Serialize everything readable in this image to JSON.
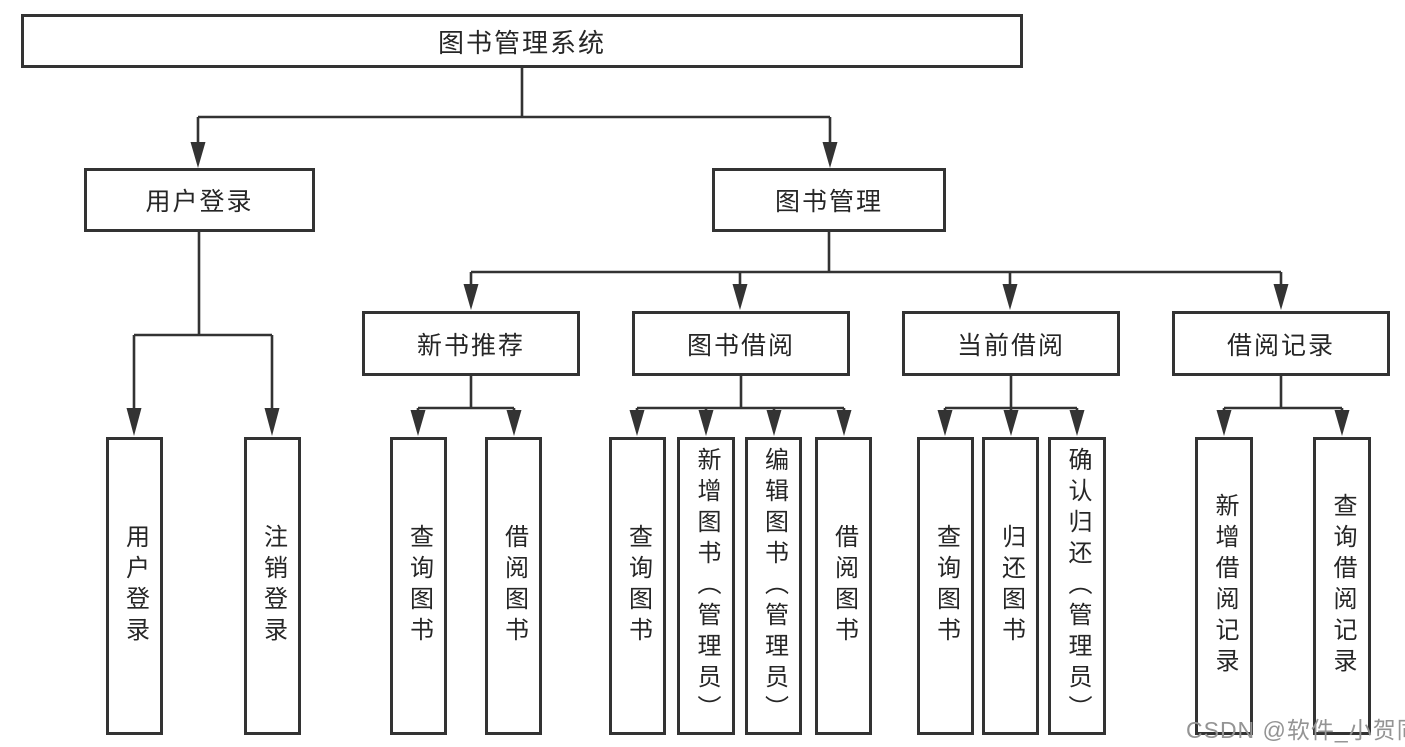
{
  "diagram_type": "hierarchy",
  "hierarchy": {
    "label": "图书管理系统",
    "children": [
      {
        "label": "用户登录",
        "children": [
          {
            "label": "用户登录"
          },
          {
            "label": "注销登录"
          }
        ]
      },
      {
        "label": "图书管理",
        "children": [
          {
            "label": "新书推荐",
            "children": [
              {
                "label": "查询图书"
              },
              {
                "label": "借阅图书"
              }
            ]
          },
          {
            "label": "图书借阅",
            "children": [
              {
                "label": "查询图书"
              },
              {
                "label": "新增图书（管理员）"
              },
              {
                "label": "编辑图书（管理员）"
              },
              {
                "label": "借阅图书"
              }
            ]
          },
          {
            "label": "当前借阅",
            "children": [
              {
                "label": "查询图书"
              },
              {
                "label": "归还图书"
              },
              {
                "label": "确认归还（管理员）"
              }
            ]
          },
          {
            "label": "借阅记录",
            "children": [
              {
                "label": "新增借阅记录"
              },
              {
                "label": "查询借阅记录"
              }
            ]
          }
        ]
      }
    ]
  },
  "watermark": {
    "text": "CSDN @软件_小贺同学"
  },
  "colors": {
    "line": "#333333",
    "border": "#333333",
    "text": "#262626",
    "watermark": "#949494",
    "background": "#ffffff"
  }
}
